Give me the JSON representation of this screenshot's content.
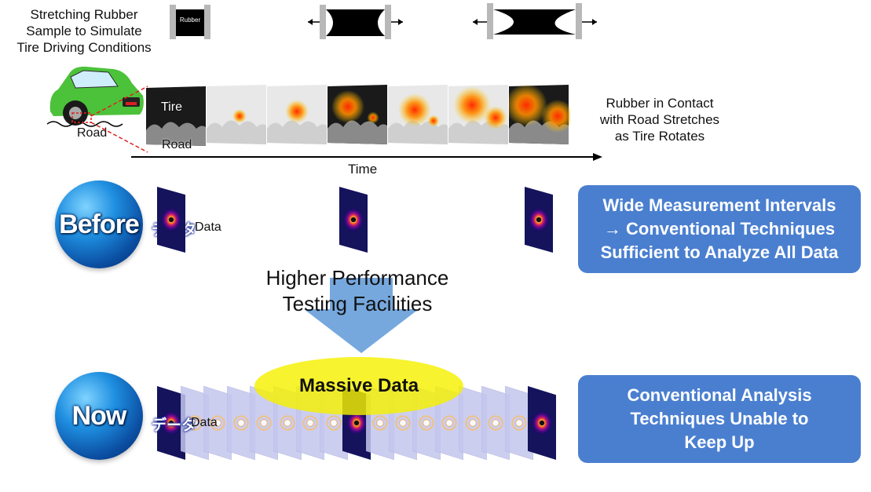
{
  "top": {
    "stretch_label": "Stretching Rubber\nSample to Simulate\nTire Driving Conditions",
    "sample_label": "Rubber",
    "road_label": "Road",
    "tire_label": "Tire",
    "road_label_2": "Road",
    "contact_label": "Rubber in Contact\nwith Road Stretches\nas Tire Rotates",
    "time_label": "Time"
  },
  "before": {
    "badge": "Before",
    "data_jp": "データ",
    "data_en": "Data",
    "callout": "Wide Measurement Intervals\n→ Conventional Techniques\nSufficient to Analyze All Data"
  },
  "middle": {
    "arrow_label": "Higher Performance\nTesting Facilities",
    "massive": "Massive Data"
  },
  "now": {
    "badge": "Now",
    "data_jp": "データ",
    "data_en": "Data",
    "callout": "Conventional Analysis\nTechniques Unable to\nKeep Up"
  },
  "colors": {
    "callout_bg": "#4a7fd0",
    "arrow_blue": "#6fa3dc",
    "massive_yellow": "#f5f000",
    "car_green": "#4cc23a"
  }
}
